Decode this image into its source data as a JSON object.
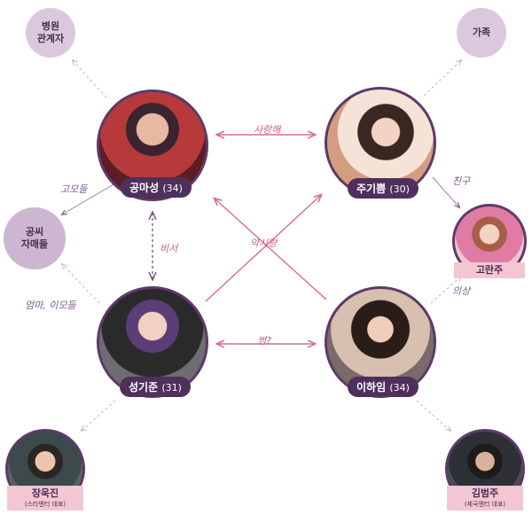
{
  "groups": {
    "hospital": [
      "병원",
      "관계자"
    ],
    "family": "가족",
    "siblings": [
      "공씨",
      "자매들"
    ]
  },
  "characters": {
    "gongmaseong": {
      "name": "공마성",
      "age": "(34)"
    },
    "jugippeum": {
      "name": "주기쁨",
      "age": "(30)"
    },
    "seonggijun": {
      "name": "성기준",
      "age": "(31)"
    },
    "leehaim": {
      "name": "이하임",
      "age": "(34)"
    },
    "goranju": {
      "name": "고란주"
    },
    "jangukjin": {
      "name": "장욱진",
      "role": "(스타엔터 대표)"
    },
    "gimbeomju": {
      "name": "김범주",
      "role": "(제국엔터 대표)"
    }
  },
  "relations": {
    "love": "사랑해",
    "rivalry": "썸?",
    "secretary": "비서",
    "contract": "약시랑",
    "twin": "고모들",
    "mother": "엄마, 이모들",
    "friend": "친구",
    "client": "의상"
  },
  "colors": {
    "accent": "#5d3a6a",
    "relation_line": "#d86b93",
    "dashed_line": "#c7b3cd"
  }
}
